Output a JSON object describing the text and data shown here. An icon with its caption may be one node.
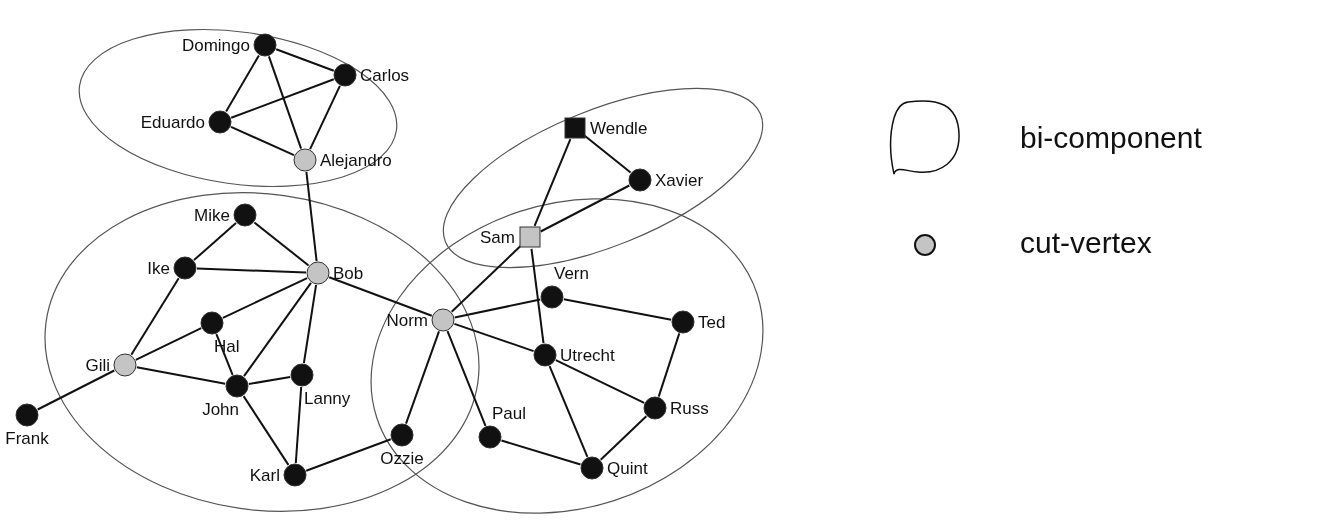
{
  "diagram": {
    "nodes": [
      {
        "text": [
          "Domingo"
        ]
      },
      {
        "text": [
          "Carlos"
        ]
      },
      {
        "text": [
          "Eduardo"
        ]
      },
      {
        "text": [
          "Alejandro"
        ]
      },
      {
        "text": [
          "Wendle"
        ]
      },
      {
        "text": [
          "Xavier"
        ]
      },
      {
        "text": [
          "Mike"
        ]
      },
      {
        "text": [
          "Sam"
        ]
      },
      {
        "text": [
          "Ike"
        ]
      },
      {
        "text": [
          "Bob"
        ]
      },
      {
        "text": [
          "Vern"
        ]
      },
      {
        "text": [
          "Norm"
        ]
      },
      {
        "text": [
          "Ted"
        ]
      },
      {
        "text": [
          "Hal"
        ]
      },
      {
        "text": [
          "Utrecht"
        ]
      },
      {
        "text": [
          "Gili"
        ]
      },
      {
        "text": [
          "Lanny"
        ]
      },
      {
        "text": [
          "John"
        ]
      },
      {
        "text": [
          "Russ"
        ]
      },
      {
        "text": [
          "Ozzie"
        ]
      },
      {
        "text": [
          "Paul"
        ]
      },
      {
        "text": [
          "Frank"
        ]
      },
      {
        "text": [
          "Karl"
        ]
      },
      {
        "text": [
          "Quint"
        ]
      }
    ],
    "edges": [
      {
        "from": 0,
        "to": 1,
        "arrow": "none"
      },
      {
        "from": 0,
        "to": 2,
        "arrow": "none"
      },
      {
        "from": 0,
        "to": 3,
        "arrow": "none"
      },
      {
        "from": 1,
        "to": 2,
        "arrow": "none"
      },
      {
        "from": 1,
        "to": 3,
        "arrow": "none"
      },
      {
        "from": 2,
        "to": 3,
        "arrow": "none"
      },
      {
        "from": 3,
        "to": 9,
        "arrow": "none"
      },
      {
        "from": 4,
        "to": 5,
        "arrow": "none"
      },
      {
        "from": 4,
        "to": 7,
        "arrow": "none"
      },
      {
        "from": 5,
        "to": 7,
        "arrow": "none"
      },
      {
        "from": 6,
        "to": 8,
        "arrow": "none"
      },
      {
        "from": 6,
        "to": 9,
        "arrow": "none"
      },
      {
        "from": 8,
        "to": 9,
        "arrow": "none"
      },
      {
        "from": 8,
        "to": 15,
        "arrow": "none"
      },
      {
        "from": 9,
        "to": 13,
        "arrow": "none"
      },
      {
        "from": 9,
        "to": 17,
        "arrow": "none"
      },
      {
        "from": 9,
        "to": 16,
        "arrow": "none"
      },
      {
        "from": 9,
        "to": 11,
        "arrow": "none"
      },
      {
        "from": 13,
        "to": 15,
        "arrow": "none"
      },
      {
        "from": 13,
        "to": 17,
        "arrow": "none"
      },
      {
        "from": 15,
        "to": 17,
        "arrow": "none"
      },
      {
        "from": 15,
        "to": 21,
        "arrow": "none"
      },
      {
        "from": 17,
        "to": 16,
        "arrow": "none"
      },
      {
        "from": 17,
        "to": 22,
        "arrow": "none"
      },
      {
        "from": 16,
        "to": 22,
        "arrow": "none"
      },
      {
        "from": 22,
        "to": 19,
        "arrow": "none"
      },
      {
        "from": 19,
        "to": 11,
        "arrow": "none"
      },
      {
        "from": 7,
        "to": 11,
        "arrow": "none"
      },
      {
        "from": 7,
        "to": 14,
        "arrow": "none"
      },
      {
        "from": 11,
        "to": 10,
        "arrow": "none"
      },
      {
        "from": 11,
        "to": 14,
        "arrow": "none"
      },
      {
        "from": 11,
        "to": 20,
        "arrow": "none"
      },
      {
        "from": 10,
        "to": 12,
        "arrow": "none"
      },
      {
        "from": 12,
        "to": 18,
        "arrow": "none"
      },
      {
        "from": 14,
        "to": 18,
        "arrow": "none"
      },
      {
        "from": 14,
        "to": 23,
        "arrow": "none"
      },
      {
        "from": 18,
        "to": 23,
        "arrow": "none"
      },
      {
        "from": 20,
        "to": 23,
        "arrow": "none"
      }
    ],
    "legend": [
      {
        "text": "bi-component"
      },
      {
        "text": "cut-vertex",
        "color": "#c4c4c4"
      }
    ]
  }
}
